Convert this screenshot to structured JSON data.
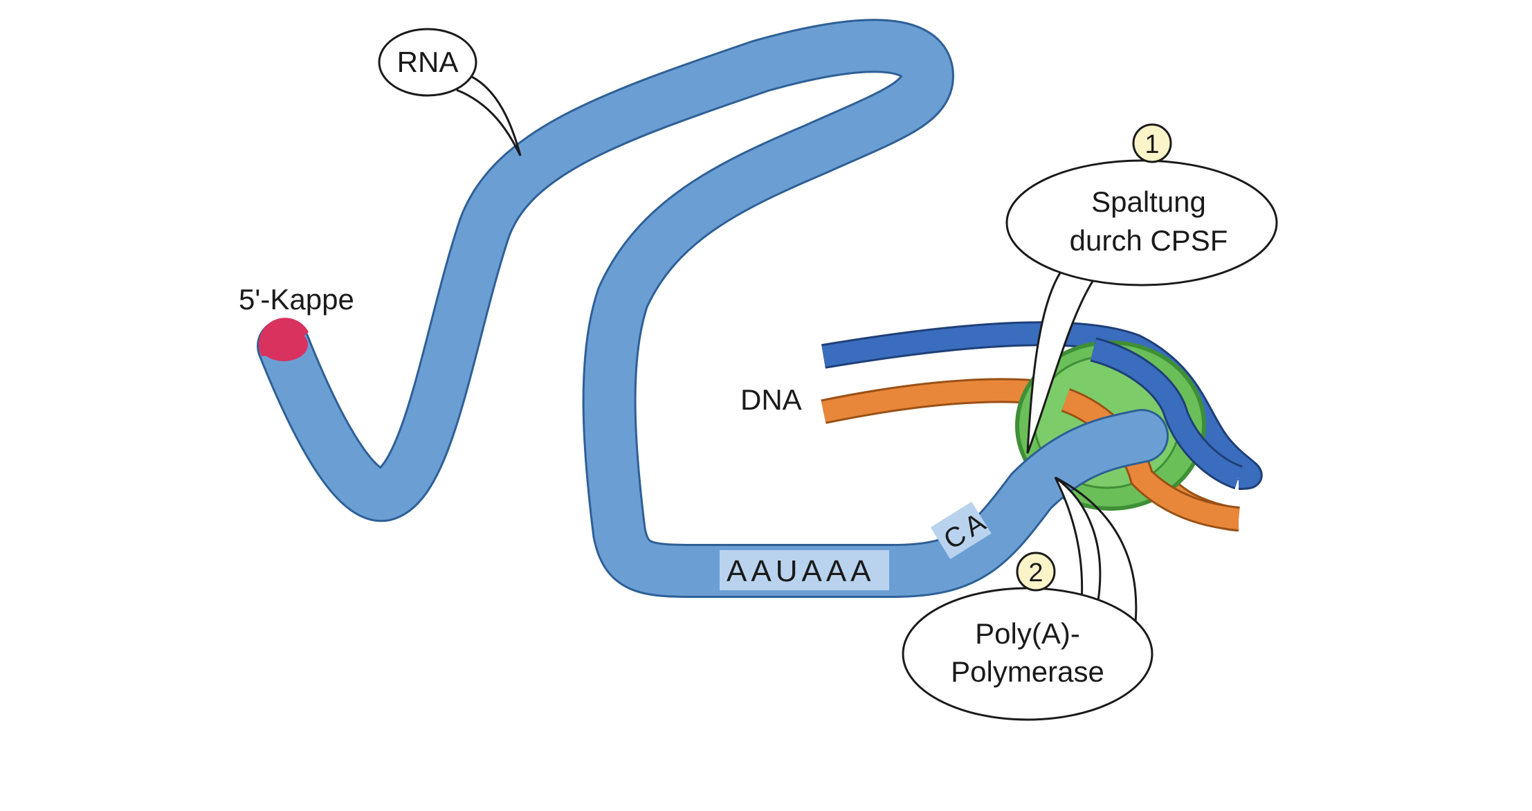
{
  "labels": {
    "rna": "RNA",
    "cap": "5'-Kappe",
    "dna": "DNA",
    "signal": "AAUAAA",
    "ca": "CA",
    "step1_number": "1",
    "step1_line1": "Spaltung",
    "step1_line2": "durch CPSF",
    "step2_number": "2",
    "step2_line1": "Poly(A)-",
    "step2_line2": "Polymerase"
  },
  "colors": {
    "rna": "#6b9fd4",
    "rna_outline": "#2e5f96",
    "rna_highlight": "#b9d3ee",
    "cap": "#d9325f",
    "dna_strand_blue": "#3a6dbd",
    "dna_strand_orange": "#e8873a",
    "complex": "#6bbf59",
    "complex_dark": "#3f8f36",
    "step_badge": "#fbf4c9"
  }
}
